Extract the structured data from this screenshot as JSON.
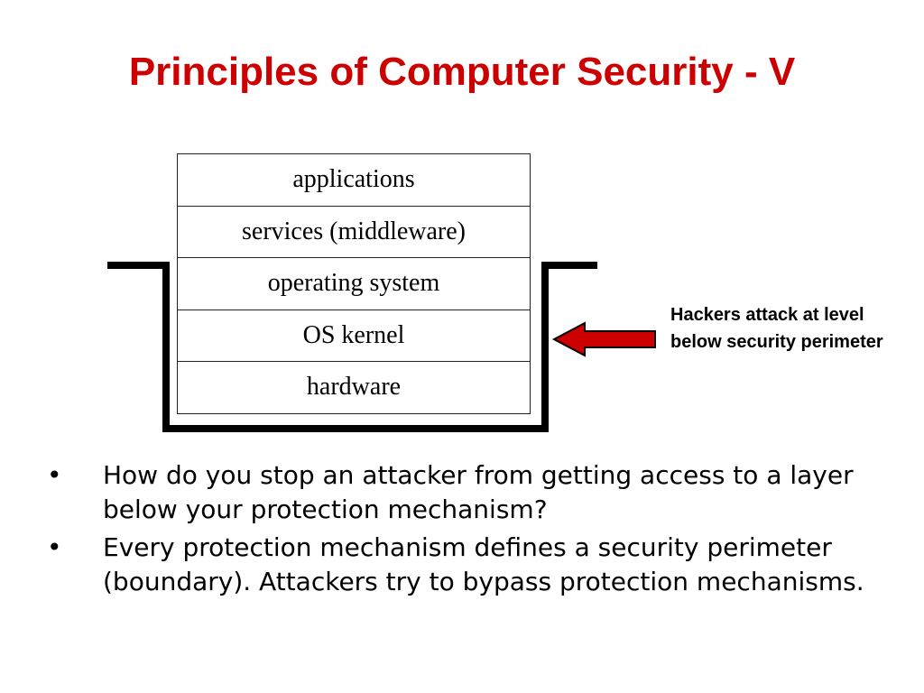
{
  "slide": {
    "title": "Principles of Computer Security - V",
    "title_color": "#cc0000"
  },
  "diagram": {
    "layers": [
      "applications",
      "services (middleware)",
      "operating system",
      "OS kernel",
      "hardware"
    ],
    "annotation": "Hackers attack at level below security perimeter",
    "arrow_color": "#cc0000",
    "arrow_icon": "left-arrow-icon"
  },
  "bullets": {
    "marker": "•",
    "items": [
      "How do you stop an attacker from getting access to a layer below your protection mechanism?",
      "Every protection mechanism defines a security perimeter (boundary). Attackers try to bypass protection mechanisms."
    ]
  }
}
